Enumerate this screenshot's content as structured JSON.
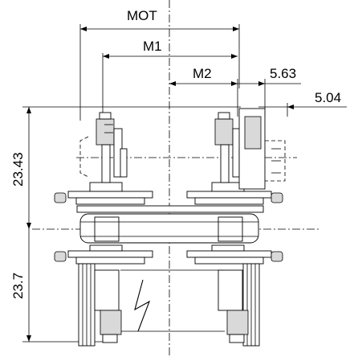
{
  "drawing": {
    "dimensions": {
      "mot": "MOT",
      "m1": "M1",
      "m2": "M2",
      "d563": "5.63",
      "d504": "5.04",
      "d2343": "23.43",
      "d237": "23.7"
    }
  }
}
